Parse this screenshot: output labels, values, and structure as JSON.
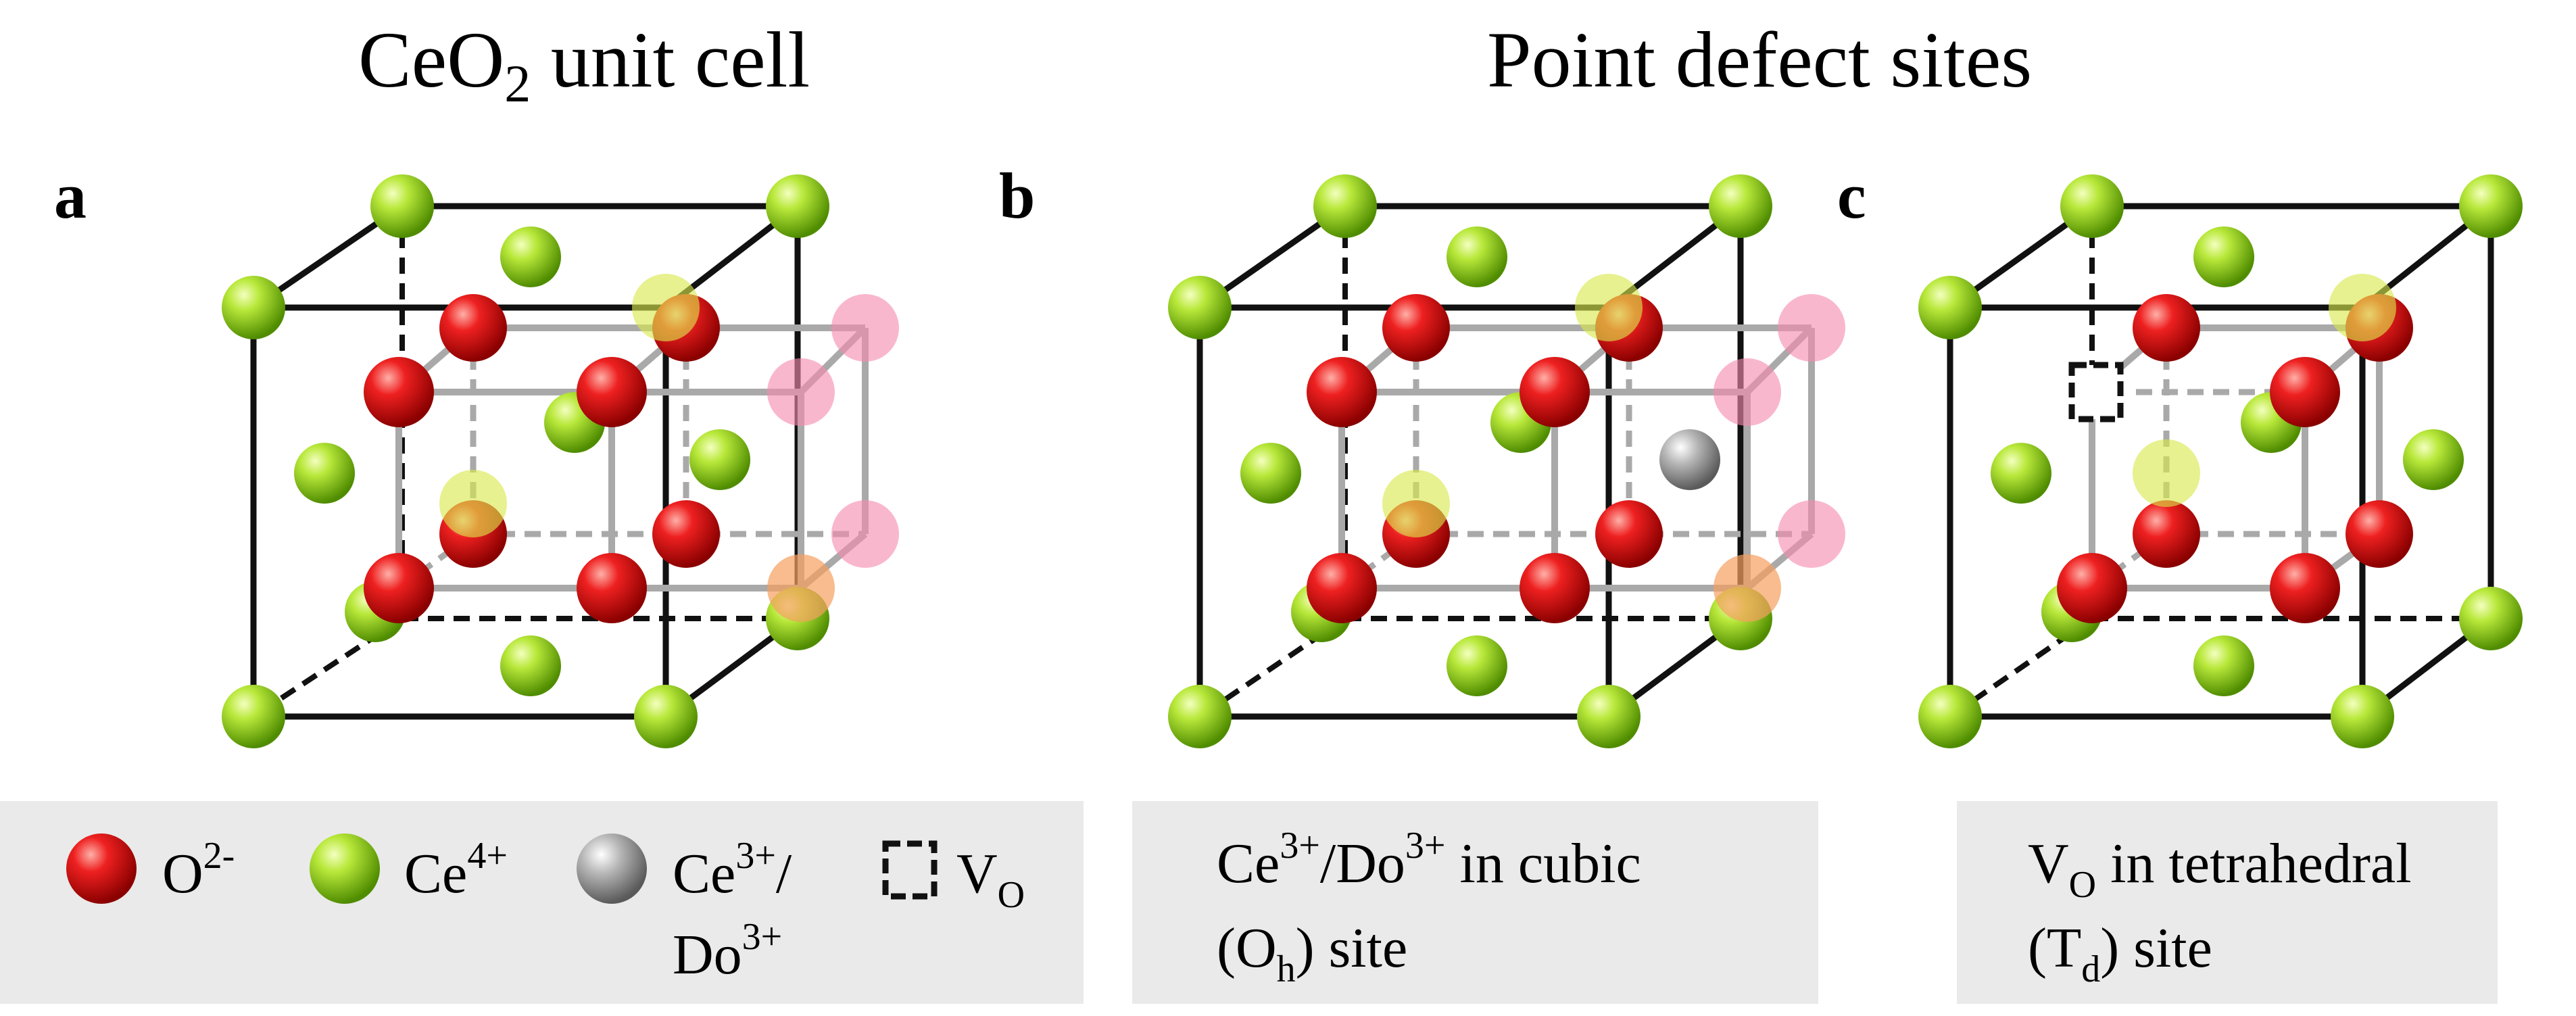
{
  "titles": {
    "left": {
      "main": "CeO",
      "sub": "2",
      "rest": " unit cell"
    },
    "right": "Point defect sites"
  },
  "panels": [
    {
      "label": "a"
    },
    {
      "label": "b"
    },
    {
      "label": "c"
    }
  ],
  "legend": {
    "o": {
      "main": "O",
      "sup": "2-"
    },
    "ce4": {
      "main": "Ce",
      "sup": "4+"
    },
    "ce3_line1": {
      "main": "Ce",
      "sup": "3+",
      "rest": "/"
    },
    "ce3_line2": {
      "main": "Do",
      "sup": "3+"
    },
    "vo": {
      "main": "V",
      "sub": "O"
    }
  },
  "captions": {
    "b_line1": {
      "a": "Ce",
      "a_sup": "3+",
      "b": "/Do",
      "b_sup": "3+",
      "c": " in cubic"
    },
    "b_line2": {
      "a": "(O",
      "a_sub": "h",
      "b": ") site"
    },
    "c_line1": {
      "a": "V",
      "a_sub": "O",
      "b": " in tetrahedral"
    },
    "c_line2": {
      "a": "(T",
      "a_sub": "d",
      "b": ") site"
    }
  },
  "colors": {
    "oxygen": "#e8191c",
    "cerium4": "#9bd21f",
    "cerium3": "#9a9a9a",
    "highlight_pink": "#f58ab0",
    "highlight_yellow": "#d8e84a",
    "inner_lines": "#a9a9a9",
    "caption_box": "#eaeaea"
  }
}
